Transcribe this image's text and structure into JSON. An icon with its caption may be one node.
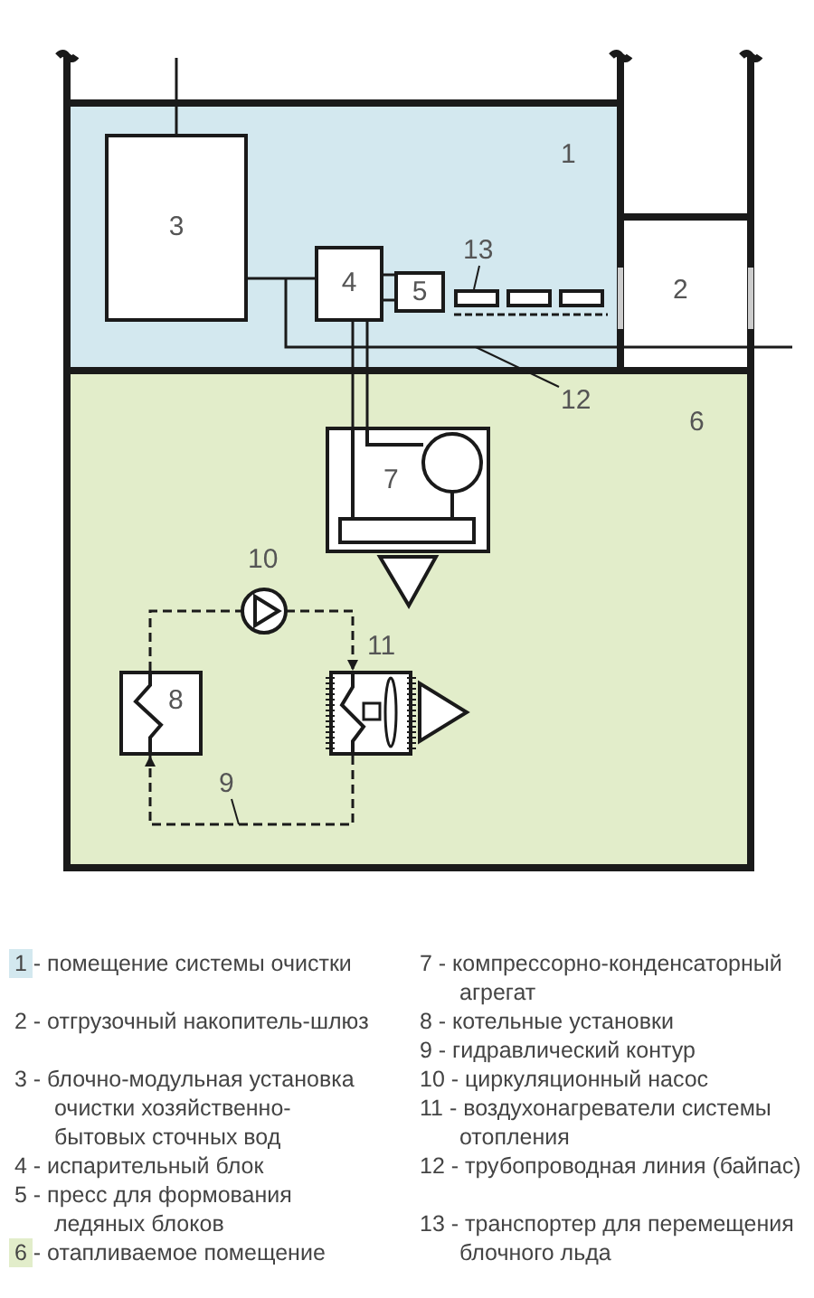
{
  "diagram": {
    "nodes": [
      {
        "text": [
          "1"
        ]
      },
      {
        "text": [
          "2"
        ]
      },
      {
        "text": [
          "3"
        ],
        "in": 0
      },
      {
        "text": [
          "4"
        ],
        "in": 0
      },
      {
        "text": [
          "5"
        ],
        "in": 0
      },
      {
        "text": [
          "13"
        ],
        "in": 0
      },
      {
        "text": [],
        "shape": "box",
        "in": 0
      },
      {
        "text": [],
        "shape": "box",
        "in": 0
      },
      {
        "text": [],
        "shape": "box",
        "in": 0
      },
      {
        "text": [
          "6"
        ]
      },
      {
        "text": [
          "7"
        ],
        "in": 9
      },
      {
        "text": [
          "8"
        ],
        "in": 9
      },
      {
        "text": [
          "10"
        ],
        "in": 9
      },
      {
        "text": [
          "11"
        ],
        "in": 9
      },
      {
        "text": [
          "9"
        ],
        "in": 9
      },
      {
        "text": [
          "12"
        ],
        "in": 9
      }
    ],
    "edges": [
      {
        "from": 2,
        "to": null,
        "arrow": "none"
      },
      {
        "from": 2,
        "to": 3,
        "arrow": "none"
      },
      {
        "from": 3,
        "to": 4,
        "arrow": "none"
      },
      {
        "from": 3,
        "to": 10,
        "arrow": "none"
      },
      {
        "from": 3,
        "to": 10,
        "arrow": "none"
      },
      {
        "from": 5,
        "to": 6,
        "arrow": "none"
      },
      {
        "from": 15,
        "to": null,
        "arrow": "none"
      },
      {
        "from": 11,
        "to": 12,
        "arrow": "none",
        "style": "dashed"
      },
      {
        "from": 12,
        "to": 13,
        "arrow": "to",
        "style": "dashed"
      },
      {
        "from": 13,
        "to": 11,
        "arrow": "to",
        "style": "dashed"
      },
      {
        "from": 14,
        "to": null,
        "arrow": "none"
      }
    ],
    "labels": [
      "2 - отгрузочный накопитель-шлюз",
      "3 - блочно-модульная установка очистки хозяйственно-бытовых сточных вод",
      "4 - испарительный блок",
      "5 - пресс для формования ледяных блоков",
      "7 - компрессорно-конденсаторный агрегат",
      "8 - котельные установки",
      "9 - гидравлический контур",
      "10 - циркуляционный насос",
      "11 - воздухонагреватели системы отопления",
      "12 - трубопроводная линия (байпас)",
      "13 - транспортер для перемещения блочного льда"
    ],
    "legend": [
      {
        "text": "1 - помещение системы очистки",
        "color": "#d3e8ef"
      },
      {
        "text": "6 - отапливаемое помещение",
        "color": "#e2edca"
      }
    ]
  }
}
